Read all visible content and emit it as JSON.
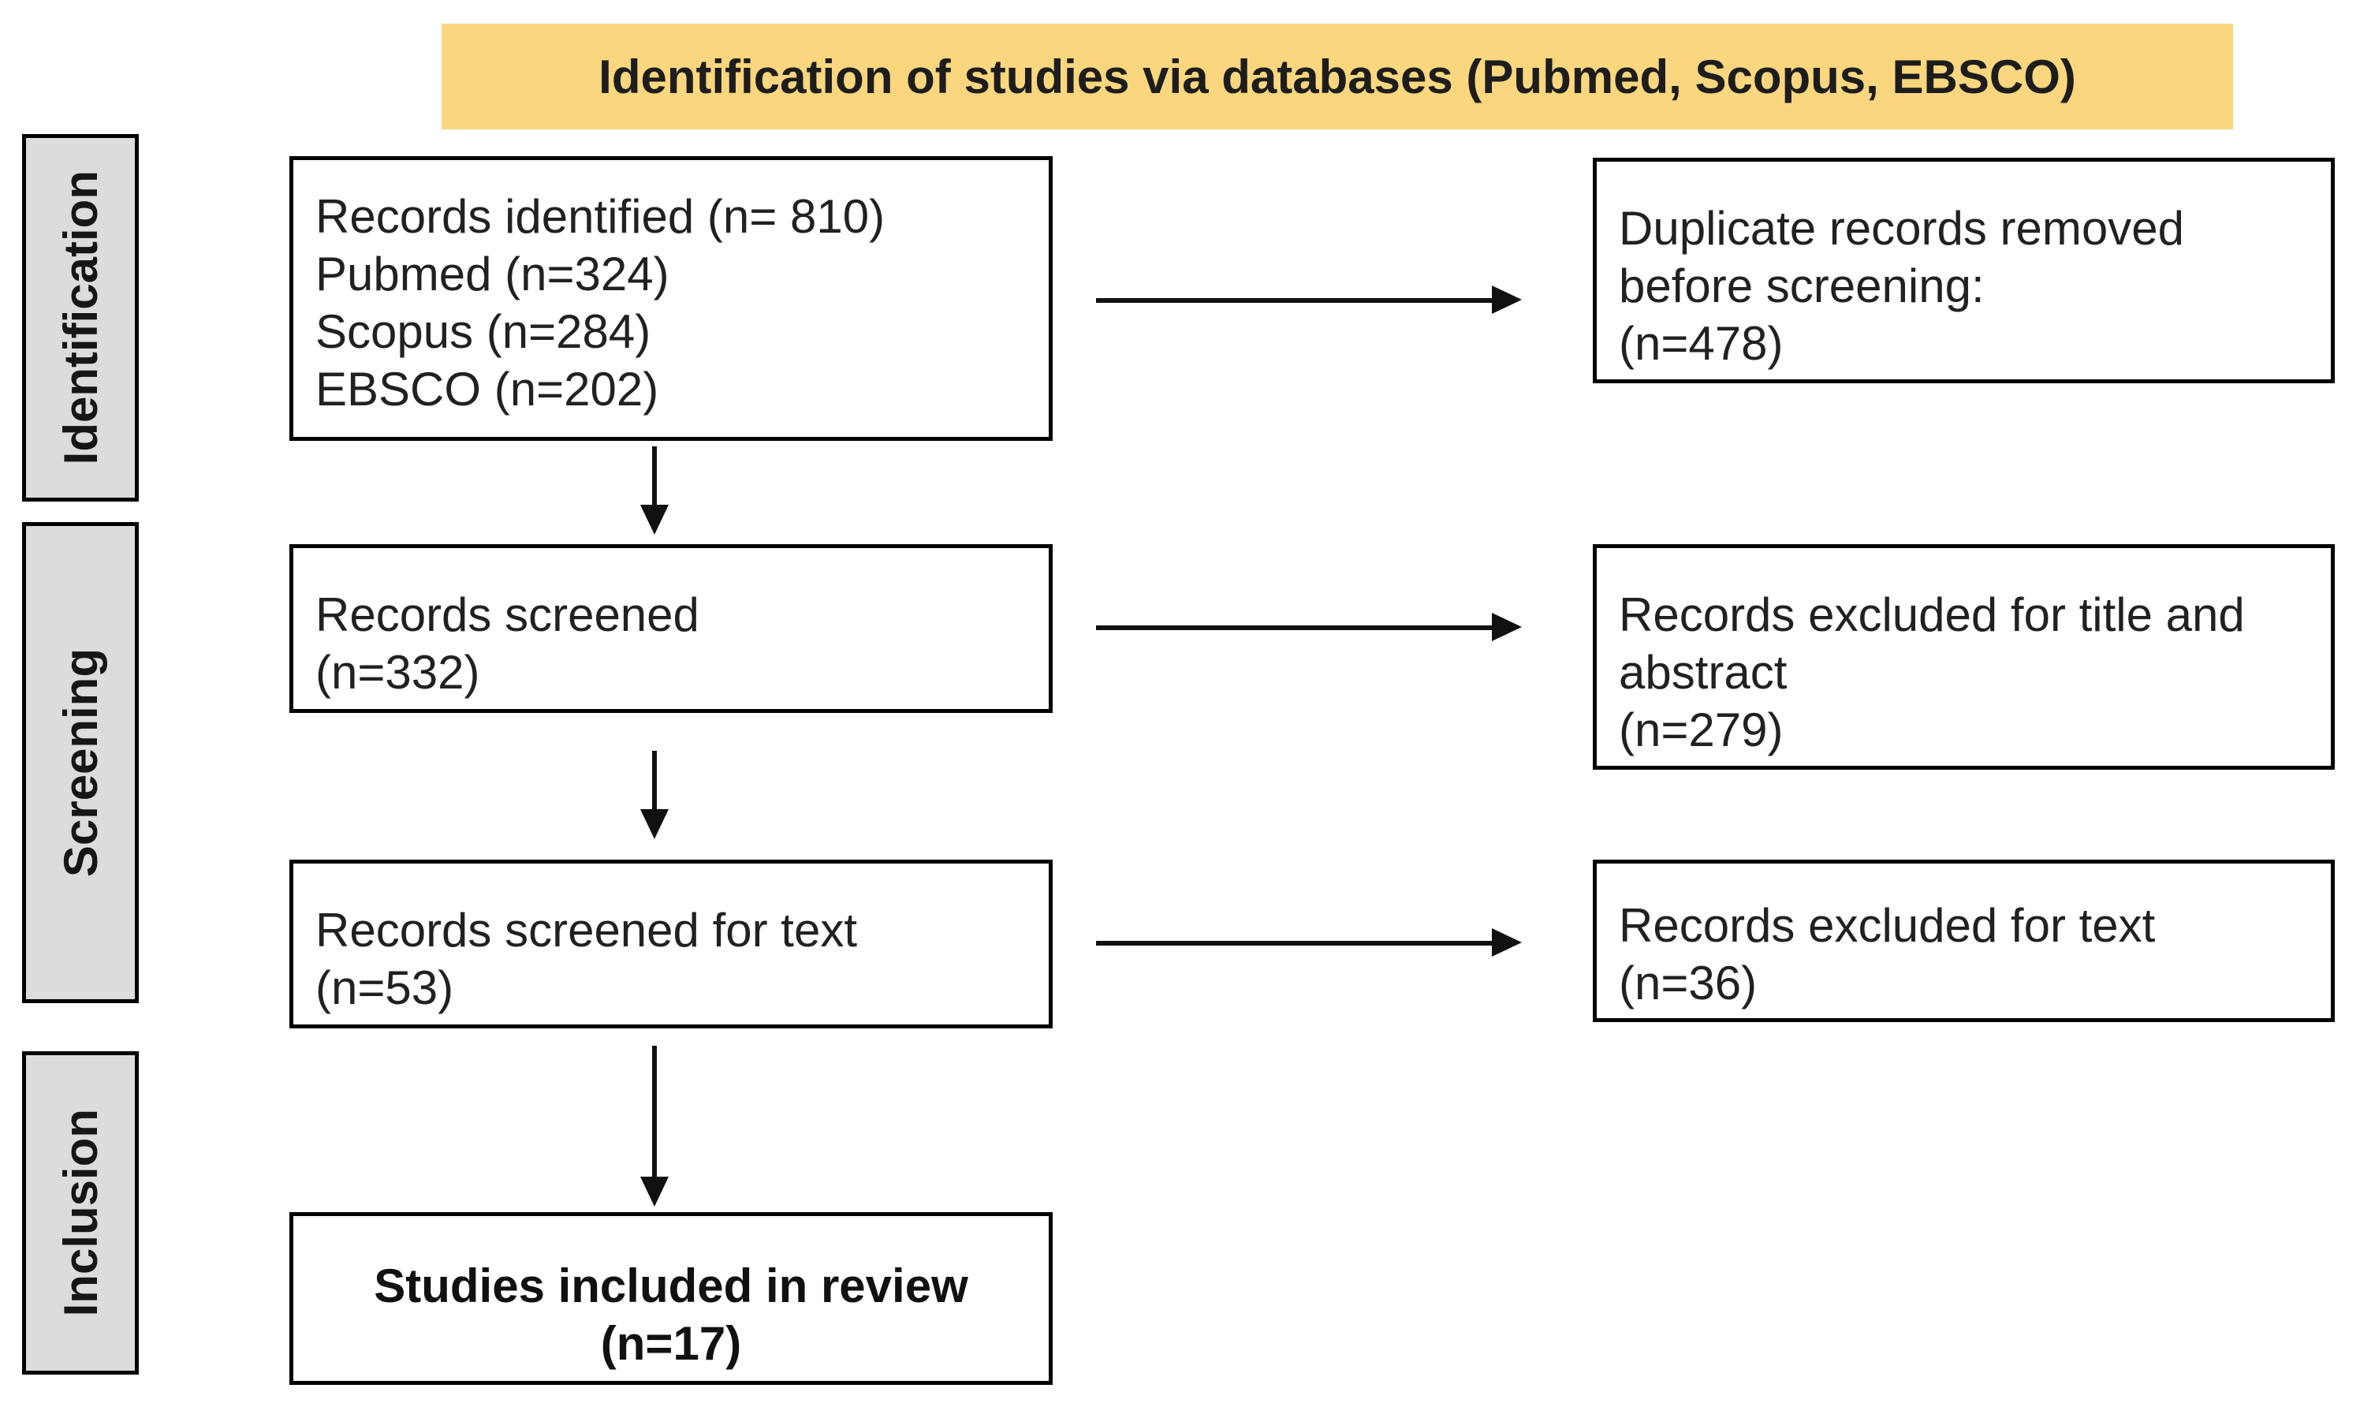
{
  "colors": {
    "banner_bg": "#FAD67E",
    "stage_bg": "#DCDCDC",
    "box_border": "#000000",
    "arrow": "#111111",
    "text": "#212121"
  },
  "banner": {
    "title": "Identification of studies via databases (Pubmed, Scopus, EBSCO)"
  },
  "stages": {
    "identification": "Identification",
    "screening": "Screening",
    "inclusion": "Inclusion"
  },
  "boxes": {
    "records_identified": {
      "lines": [
        "Records identified (n= 810)",
        "Pubmed (n=324)",
        "Scopus (n=284)",
        "EBSCO (n=202)"
      ]
    },
    "duplicates_removed": {
      "lines": [
        "Duplicate records removed",
        "before screening:",
        "(n=478)"
      ]
    },
    "records_screened": {
      "lines": [
        "Records screened",
        "(n=332)"
      ]
    },
    "excluded_title_abstract": {
      "lines": [
        "Records excluded for title and",
        "abstract",
        "(n=279)"
      ]
    },
    "records_screened_text": {
      "lines": [
        "Records screened for text",
        "(n=53)"
      ]
    },
    "excluded_text": {
      "lines": [
        "Records excluded for text",
        "(n=36)"
      ]
    },
    "studies_included": {
      "lines": [
        "Studies included in review",
        "(n=17)"
      ]
    }
  }
}
